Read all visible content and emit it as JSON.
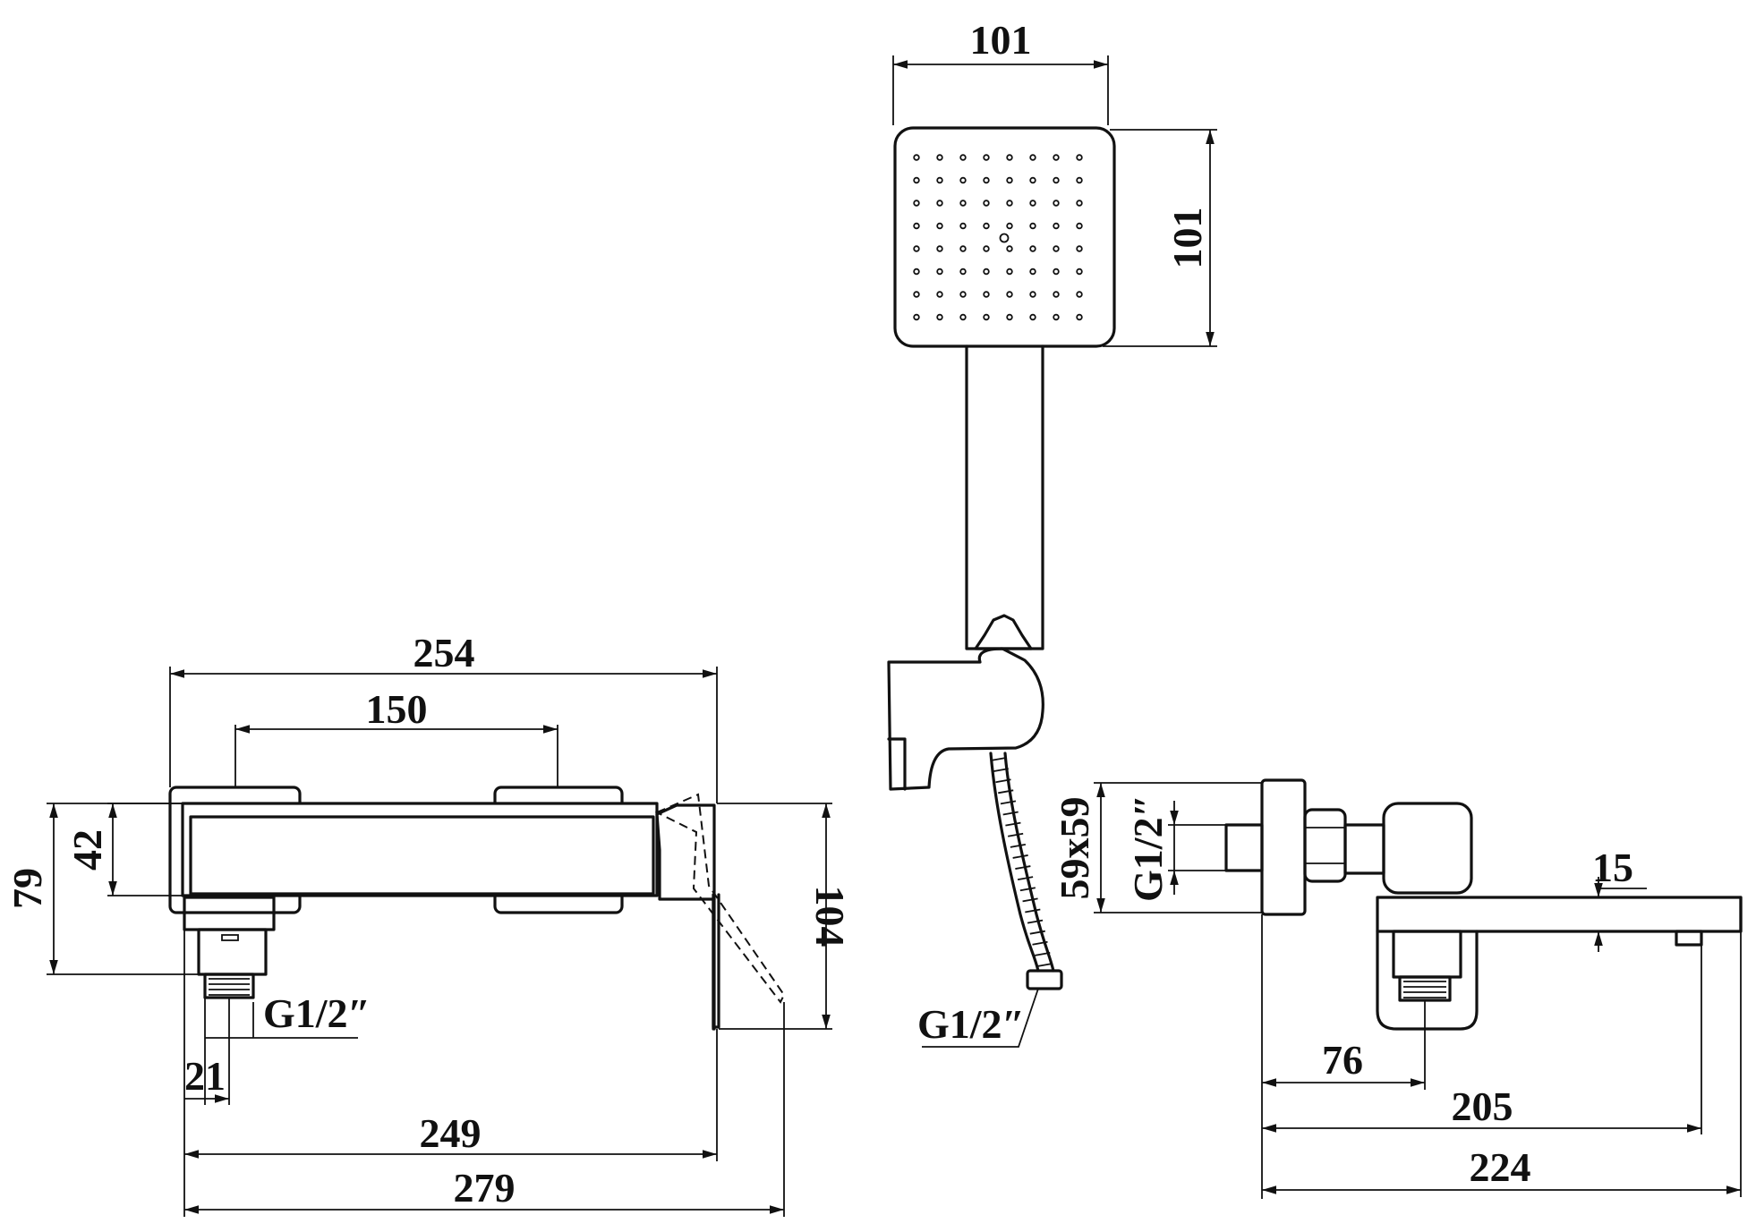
{
  "dimensions": {
    "head_width": "101",
    "head_height": "101",
    "body_length": "254",
    "inlet_spacing": "150",
    "body_height": "42",
    "overall_height": "79",
    "lever_height": "104",
    "thread_width": "21",
    "length_249": "249",
    "length_279": "279",
    "flange_size": "59x59",
    "dim_15": "15",
    "dim_76": "76",
    "dim_205": "205",
    "dim_224": "224"
  },
  "threads": {
    "mixer_inlet": "G1/2″",
    "hose_end": "G1/2″",
    "wall_outlet": "G1/2″"
  }
}
